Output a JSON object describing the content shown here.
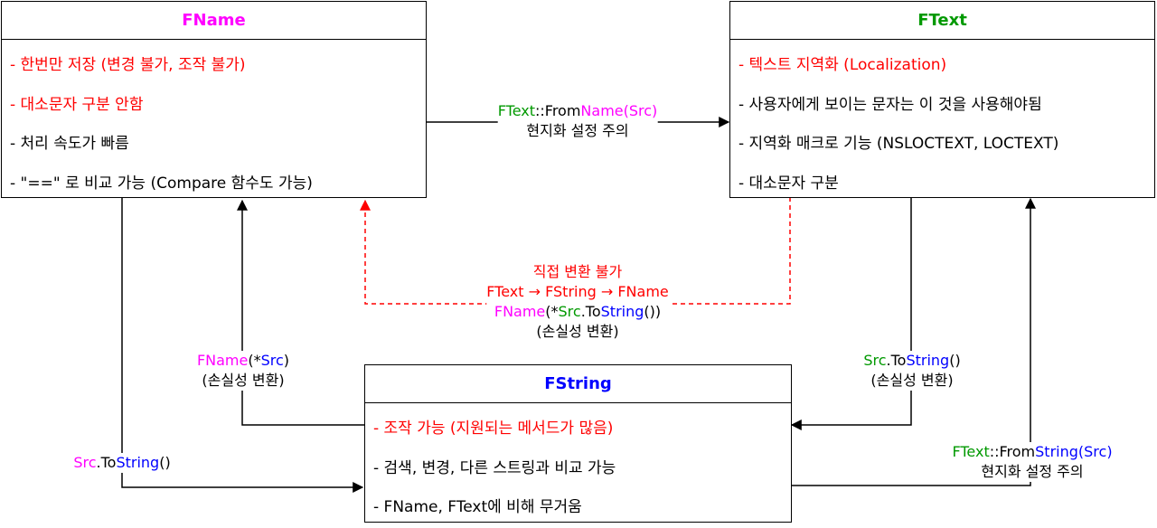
{
  "colors": {
    "magenta": "#ff00ff",
    "green": "#009900",
    "blue": "#0000ff",
    "red": "#ff0000",
    "black": "#000000"
  },
  "fname": {
    "title": "FName",
    "items": [
      {
        "text": "- 한번만 저장 (변경 불가, 조작 불가)",
        "color": "red"
      },
      {
        "text": "- 대소문자 구분 안함",
        "color": "red"
      },
      {
        "text": "- 처리 속도가 빠름",
        "color": "black"
      },
      {
        "text": "- \"==\" 로 비교 가능 (Compare 함수도 가능)",
        "color": "black"
      }
    ]
  },
  "ftext": {
    "title": "FText",
    "items": [
      {
        "text": "- 텍스트 지역화 (Localization)",
        "color": "red"
      },
      {
        "text": "- 사용자에게 보이는 문자는 이 것을 사용해야됨",
        "color": "black"
      },
      {
        "text": "- 지역화 매크로 기능 (NSLOCTEXT, LOCTEXT)",
        "color": "black"
      },
      {
        "text": "- 대소문자 구분",
        "color": "black"
      }
    ]
  },
  "fstring": {
    "title": "FString",
    "items": [
      {
        "text": "- 조작 가능 (지원되는 메서드가 많음)",
        "color": "red"
      },
      {
        "text": "- 검색, 변경, 다른 스트링과 비교 가능",
        "color": "black"
      },
      {
        "text": "- FName, FText에 비해 무거움",
        "color": "black"
      }
    ]
  },
  "edges": {
    "fname_to_ftext": {
      "line1": [
        {
          "t": "FText",
          "c": "green"
        },
        {
          "t": "::From",
          "c": "black"
        },
        {
          "t": "Name(Src)",
          "c": "magenta"
        }
      ],
      "line2": "현지화 설정 주의"
    },
    "ftext_to_fname_direct": {
      "line1": "직접 변환 불가",
      "line2": "FText → FString → FName",
      "line3": [
        {
          "t": "FName",
          "c": "magenta"
        },
        {
          "t": "(*",
          "c": "black"
        },
        {
          "t": "Src",
          "c": "green"
        },
        {
          "t": ".To",
          "c": "black"
        },
        {
          "t": "String",
          "c": "blue"
        },
        {
          "t": "())",
          "c": "black"
        }
      ],
      "line4": "(손실성 변환)"
    },
    "fstring_to_fname": {
      "line1": [
        {
          "t": "FName",
          "c": "magenta"
        },
        {
          "t": "(*",
          "c": "black"
        },
        {
          "t": "Src",
          "c": "blue"
        },
        {
          "t": ")",
          "c": "black"
        }
      ],
      "line2": "(손실성 변환)"
    },
    "ftext_to_fstring": {
      "line1": [
        {
          "t": "Src",
          "c": "green"
        },
        {
          "t": ".To",
          "c": "black"
        },
        {
          "t": "String",
          "c": "blue"
        },
        {
          "t": "()",
          "c": "black"
        }
      ],
      "line2": "(손실성 변환)"
    },
    "fname_to_fstring": {
      "line1": [
        {
          "t": "Src",
          "c": "magenta"
        },
        {
          "t": ".To",
          "c": "black"
        },
        {
          "t": "String",
          "c": "blue"
        },
        {
          "t": "()",
          "c": "black"
        }
      ]
    },
    "fstring_to_ftext": {
      "line1": [
        {
          "t": "FText",
          "c": "green"
        },
        {
          "t": "::From",
          "c": "black"
        },
        {
          "t": "String(Src)",
          "c": "blue"
        }
      ],
      "line2": "현지화 설정 주의"
    }
  }
}
